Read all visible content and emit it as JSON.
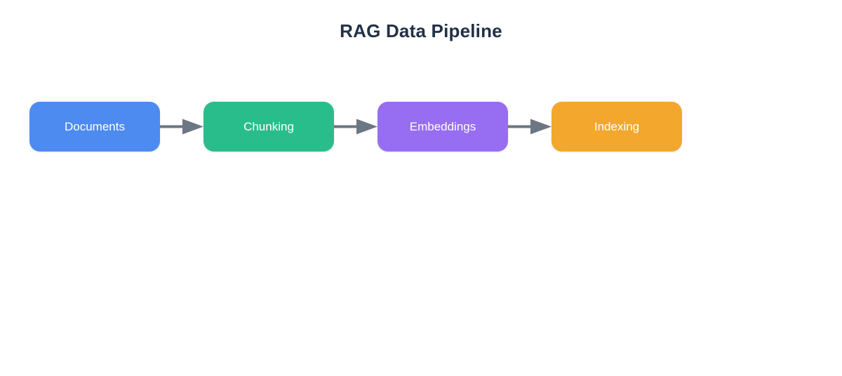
{
  "title": "RAG Data Pipeline",
  "title_color": "#223047",
  "diagram": {
    "type": "flowchart",
    "direction": "left-to-right",
    "background": "#ffffff",
    "node_label_color": "#ffffff",
    "connector_color": "#6d7683",
    "nodes": [
      {
        "id": "documents",
        "label": "Documents",
        "color": "#4d8bf0"
      },
      {
        "id": "chunking",
        "label": "Chunking",
        "color": "#2abd8c"
      },
      {
        "id": "embeddings",
        "label": "Embeddings",
        "color": "#976ef2"
      },
      {
        "id": "indexing",
        "label": "Indexing",
        "color": "#f3a72c"
      }
    ],
    "edges": [
      {
        "from": "Documents",
        "to": "Chunking"
      },
      {
        "from": "Chunking",
        "to": "Embeddings"
      },
      {
        "from": "Embeddings",
        "to": "Indexing"
      }
    ]
  }
}
